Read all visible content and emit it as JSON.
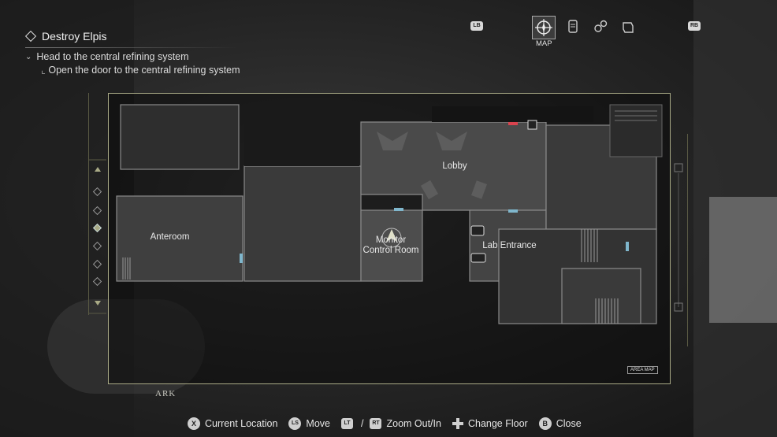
{
  "objective": {
    "title": "Destroy Elpis",
    "step": "Head to the central refining system",
    "substep": "Open the door to the central refining system"
  },
  "topnav": {
    "lb": "LB",
    "rb": "RB",
    "active_label": "MAP",
    "tabs": [
      "map-icon",
      "file-icon",
      "gear-icon",
      "inventory-icon"
    ]
  },
  "map": {
    "rooms": {
      "lobby": "Lobby",
      "anteroom": "Anteroom",
      "monitor": "Monitor\nControl Room",
      "lab": "Lab Entrance"
    },
    "floor": "ARK",
    "area_badge": "AREA MAP"
  },
  "controls": {
    "current": {
      "btn": "X",
      "label": "Current Location"
    },
    "move": {
      "btn": "LS",
      "label": "Move"
    },
    "zoom": {
      "btn1": "LT",
      "sep": "/",
      "btn2": "RT",
      "label": "Zoom Out/In"
    },
    "floor": {
      "label": "Change Floor"
    },
    "close": {
      "btn": "B",
      "label": "Close"
    }
  },
  "colors": {
    "accent": "#a9aa86",
    "door": "#7fb6cc",
    "locked": "#d9434e"
  }
}
